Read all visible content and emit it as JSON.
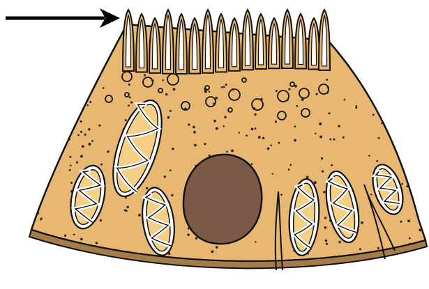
{
  "figure": {
    "alt": "",
    "colors": {
      "cytoplasm": "#E8B873",
      "outline": "#111111",
      "basement_membrane": "#A67B4A",
      "nucleus": "#7A5A46",
      "mitochondrion_outer": "#FFFFFF",
      "mitochondrion_inner": "#F4CF86",
      "granule_dot": "#222222",
      "arrow": "#000000"
    },
    "parts": [
      "arrow-pointer",
      "microvilli",
      "cytoplasm",
      "vesicles",
      "mitochondria",
      "nucleus",
      "lateral-membranes",
      "basement-membrane"
    ]
  }
}
